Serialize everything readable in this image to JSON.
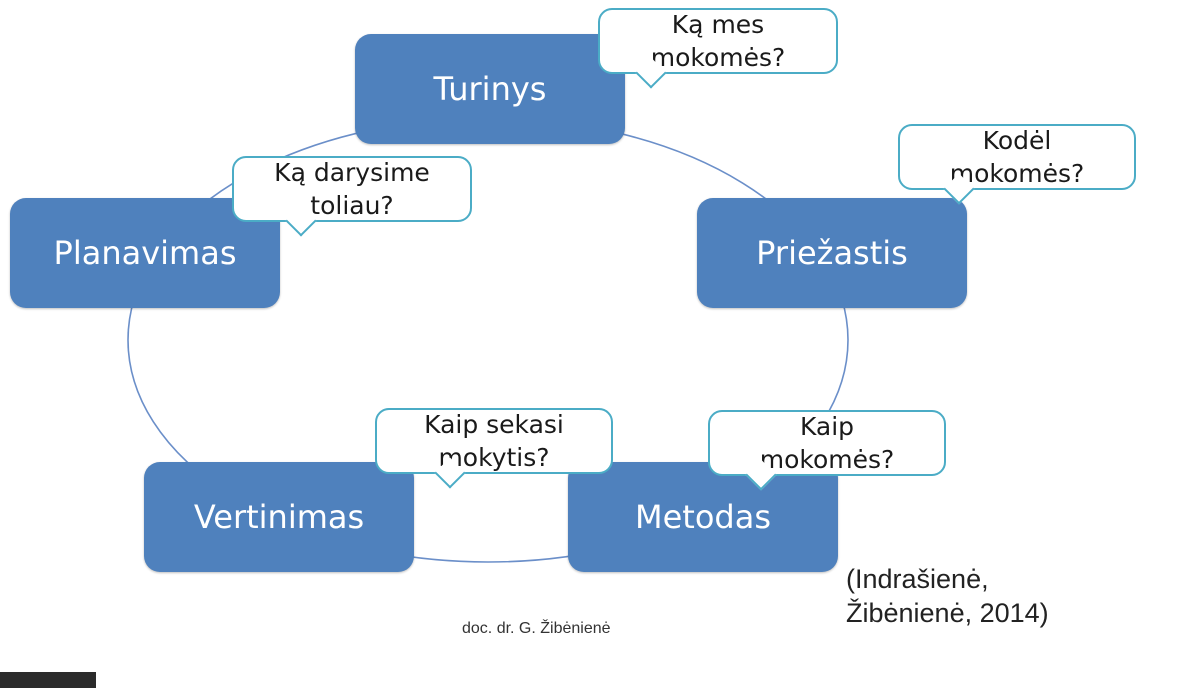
{
  "diagram": {
    "stages": [
      {
        "label": "Turinys"
      },
      {
        "label": "Priežastis"
      },
      {
        "label": "Metodas"
      },
      {
        "label": "Vertinimas"
      },
      {
        "label": "Planavimas"
      }
    ],
    "questions": [
      {
        "line1": "Ką mes",
        "line2": "mokomės?"
      },
      {
        "line1": "Kodėl",
        "line2": "mokomės?"
      },
      {
        "line1": "Kaip",
        "line2": "mokomės?"
      },
      {
        "line1": "Kaip sekasi",
        "line2": "mokytis?"
      },
      {
        "line1": "Ką darysime",
        "line2": "toliau?"
      }
    ]
  },
  "citation": {
    "line1": "(Indrašienė,",
    "line2": "Žibėnienė, 2014)"
  },
  "author": "doc. dr. G. Žibėnienė",
  "colors": {
    "box": "#4f81bd",
    "bubble_border": "#4bacc6",
    "cycle_line": "#6b8fc9"
  }
}
